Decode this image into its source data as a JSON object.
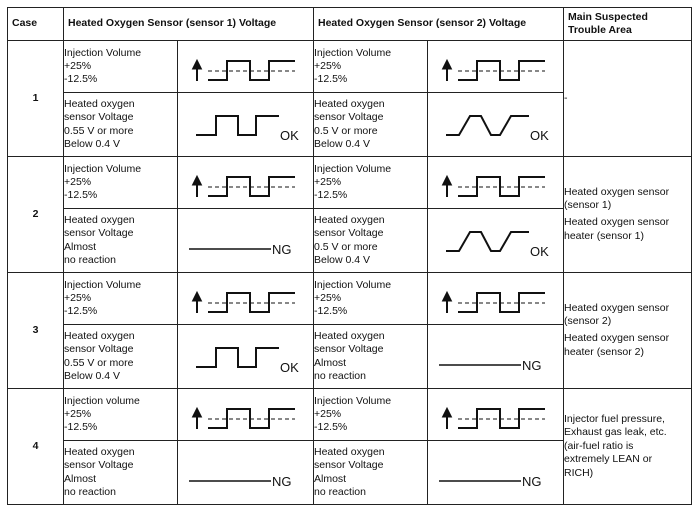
{
  "header": {
    "case": "Case",
    "sensor1": "Heated Oxygen Sensor (sensor 1) Voltage",
    "sensor2": "Heated Oxygen Sensor (sensor 2) Voltage",
    "trouble_line1": "Main Suspected",
    "trouble_line2": "Trouble Area"
  },
  "cases": [
    {
      "number": "1",
      "s1_injection": [
        "Injection Volume",
        "+25%",
        "-12.5%"
      ],
      "s1_sensor": [
        "Heated oxygen",
        "sensor Voltage",
        "0.55 V or more",
        "Below 0.4 V"
      ],
      "s1_result": "OK",
      "s2_injection": [
        "Injection Volume",
        "+25%",
        "-12.5%"
      ],
      "s2_sensor": [
        "Heated oxygen",
        "sensor Voltage",
        "0.5 V or more",
        "Below 0.4 V"
      ],
      "s2_result": "OK",
      "trouble": [
        "-"
      ]
    },
    {
      "number": "2",
      "s1_injection": [
        "Injection Volume",
        "+25%",
        "-12.5%"
      ],
      "s1_sensor": [
        "Heated oxygen",
        "sensor Voltage",
        "Almost",
        "no reaction"
      ],
      "s1_result": "NG",
      "s2_injection": [
        "Injection Volume",
        "+25%",
        "-12.5%"
      ],
      "s2_sensor": [
        "Heated oxygen",
        "sensor Voltage",
        "0.5 V or more",
        "Below 0.4 V"
      ],
      "s2_result": "OK",
      "trouble": [
        "Heated oxygen sensor (sensor 1)",
        "Heated oxygen sensor heater (sensor 1)"
      ]
    },
    {
      "number": "3",
      "s1_injection": [
        "Injection Volume",
        "+25%",
        "-12.5%"
      ],
      "s1_sensor": [
        "Heated oxygen",
        "sensor Voltage",
        "0.55 V or more",
        "Below 0.4 V"
      ],
      "s1_result": "OK",
      "s2_injection": [
        "Injection Volume",
        "+25%",
        "-12.5%"
      ],
      "s2_sensor": [
        "Heated oxygen",
        "sensor Voltage",
        "Almost",
        "no reaction"
      ],
      "s2_result": "NG",
      "trouble": [
        "Heated oxygen sensor (sensor 2)",
        "Heated oxygen sensor heater (sensor 2)"
      ]
    },
    {
      "number": "4",
      "s1_injection": [
        "Injection volume",
        "+25%",
        "-12.5%"
      ],
      "s1_sensor": [
        "Heated oxygen",
        "sensor Voltage",
        "Almost",
        "no reaction"
      ],
      "s1_result": "NG",
      "s2_injection": [
        "Injection Volume",
        "+25%",
        "-12.5%"
      ],
      "s2_sensor": [
        "Heated oxygen",
        "sensor Voltage",
        "Almost",
        "no reaction"
      ],
      "s2_result": "NG",
      "trouble": [
        "Injector fuel pressure,",
        "Exhaust gas leak, etc.",
        "(air-fuel ratio is",
        "extremely LEAN or",
        "RICH)"
      ]
    }
  ],
  "trouble_split": [
    [
      [
        "-"
      ]
    ],
    [
      [
        "Heated oxygen sensor",
        "(sensor 1)"
      ],
      [
        "Heated oxygen sensor",
        "heater (sensor 1)"
      ]
    ],
    [
      [
        "Heated oxygen sensor",
        "(sensor 2)"
      ],
      [
        "Heated oxygen sensor",
        "heater (sensor 2)"
      ]
    ],
    [
      [
        "Injector fuel pressure,",
        "Exhaust gas leak, etc.",
        "(air-fuel ratio is",
        "extremely LEAN or",
        "RICH)"
      ]
    ]
  ]
}
